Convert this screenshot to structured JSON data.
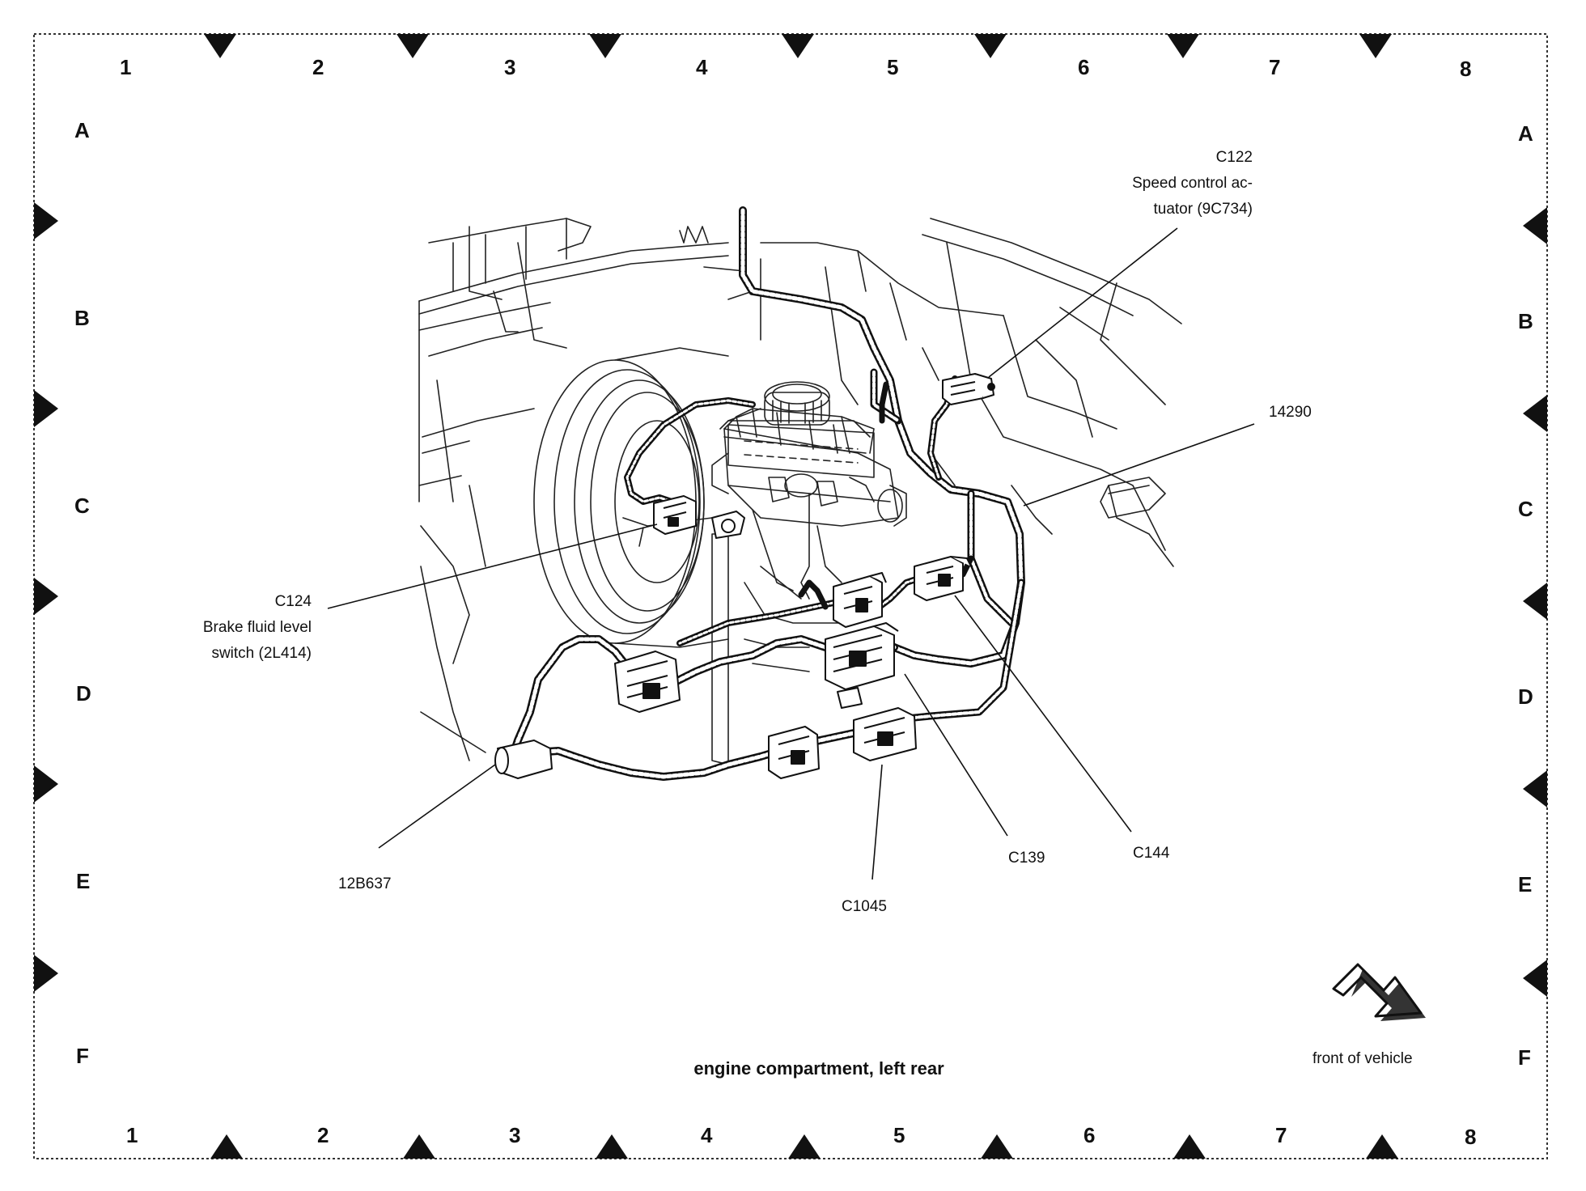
{
  "grid": {
    "columns": [
      "1",
      "2",
      "3",
      "4",
      "5",
      "6",
      "7",
      "8"
    ],
    "rows": [
      "A",
      "B",
      "C",
      "D",
      "E",
      "F"
    ]
  },
  "callouts": {
    "c122": {
      "id": "C122",
      "line1": "Speed control ac-",
      "line2": "tuator (9C734)"
    },
    "p14290": {
      "id": "14290"
    },
    "c124": {
      "id": "C124",
      "line1": "Brake fluid level",
      "line2": "switch (2L414)"
    },
    "p12b637": {
      "id": "12B637"
    },
    "c1045": {
      "id": "C1045"
    },
    "c139": {
      "id": "C139"
    },
    "c144": {
      "id": "C144"
    }
  },
  "caption": "engine compartment, left rear",
  "orientation": {
    "label": "front of vehicle",
    "icon": "arrow-icon"
  },
  "colors": {
    "ink": "#111111",
    "paper": "#ffffff"
  }
}
